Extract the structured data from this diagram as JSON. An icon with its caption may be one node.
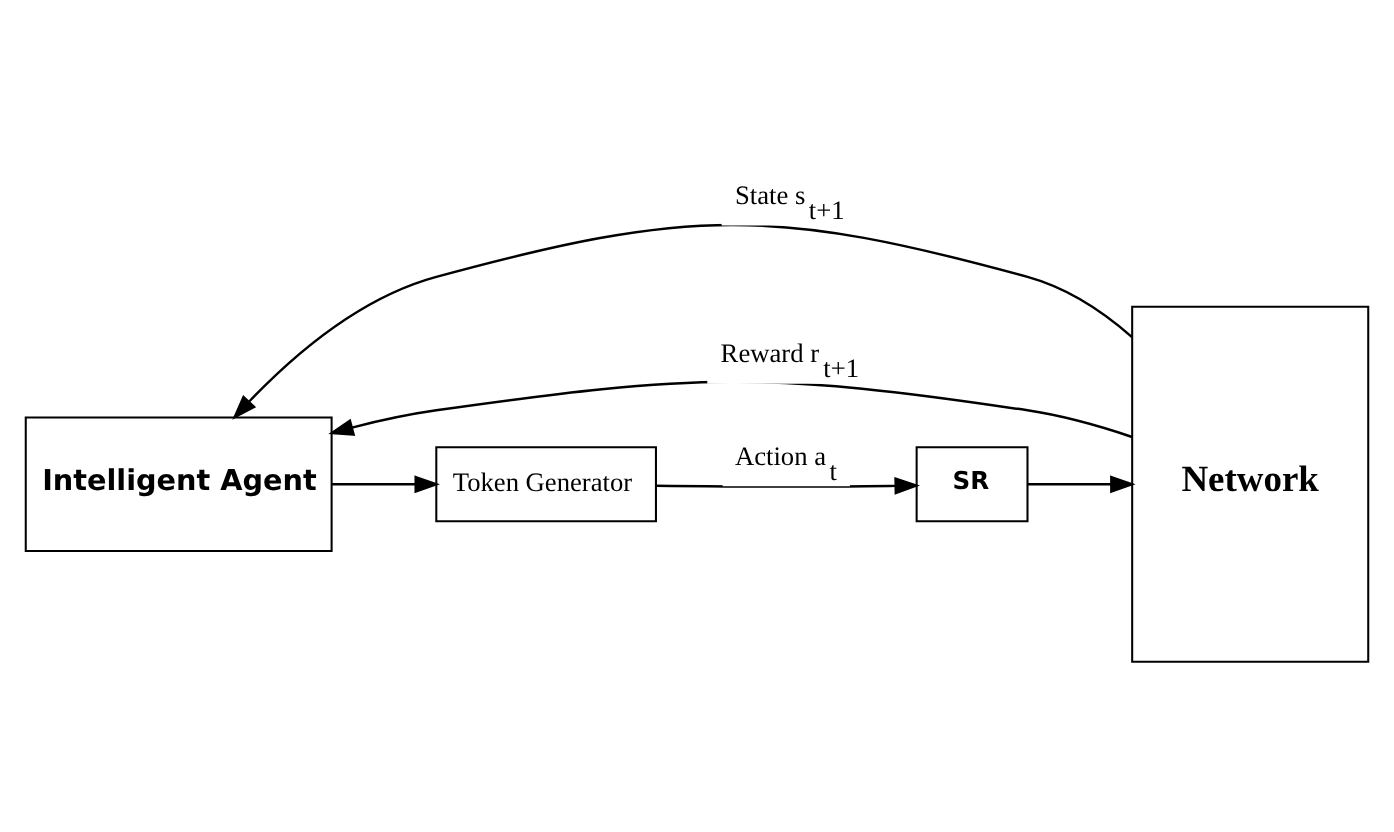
{
  "diagram": {
    "nodes": [
      {
        "text": [
          "SR"
        ]
      },
      {
        "text": [
          "Network"
        ]
      },
      {
        "text": [
          "Intelligent Agent"
        ]
      },
      {
        "text": [
          "Token Generator"
        ]
      }
    ],
    "edges": [
      {
        "from": 2,
        "to": 3,
        "arrow": "to"
      },
      {
        "from": 3,
        "to": 0,
        "arrow": "to",
        "label": "Action a$_{t}$"
      },
      {
        "from": 0,
        "to": 1,
        "arrow": "to"
      },
      {
        "from": 1,
        "to": 2,
        "arrow": "to",
        "label": "State s$_{t+1}$"
      },
      {
        "from": 1,
        "to": 2,
        "arrow": "to",
        "label": "Reward r$_{t+1}$"
      }
    ]
  }
}
